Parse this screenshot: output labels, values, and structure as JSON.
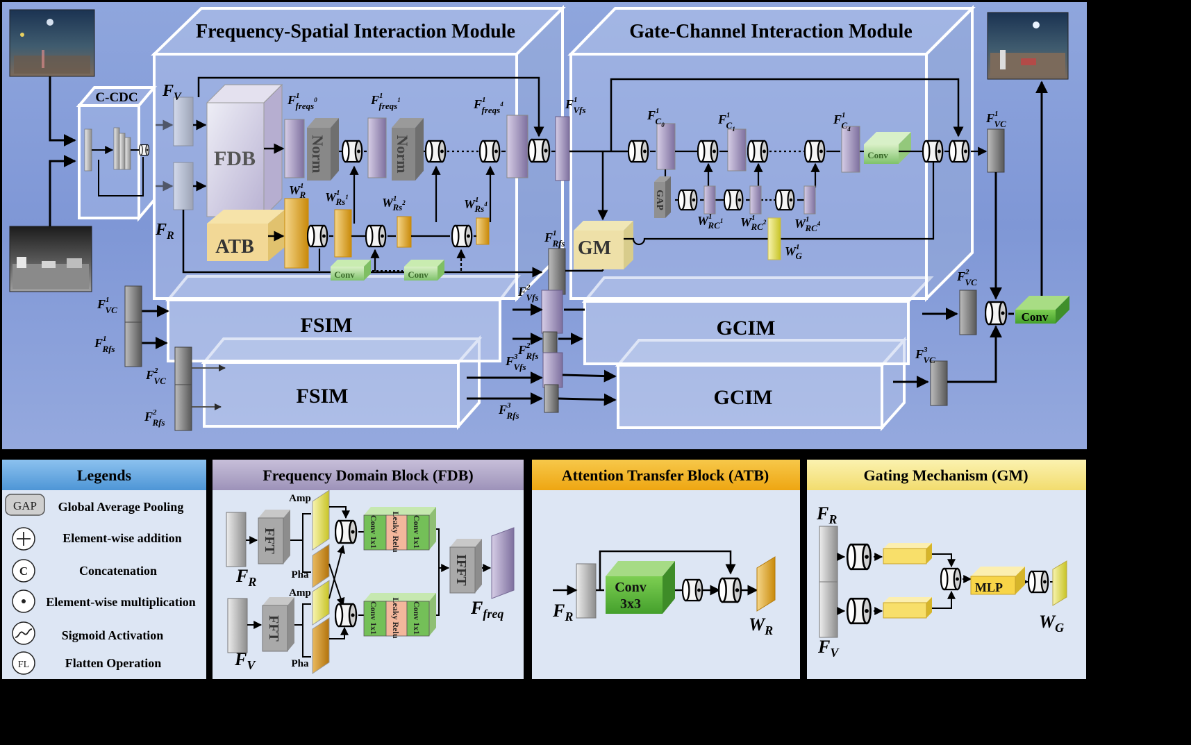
{
  "top": {
    "fsim_title": "Frequency-Spatial Interaction Module",
    "gcim_title": "Gate-Channel Interaction Module",
    "ccdc": "C-CDC",
    "fdb": "FDB",
    "atb": "ATB",
    "norm": "Norm",
    "gap": "GAP",
    "gm": "GM",
    "conv": "Conv",
    "fsim": "FSIM",
    "gcim": "GCIM",
    "ellipsis": "......"
  },
  "math": {
    "F": "F",
    "W": "W",
    "sub_V": "V",
    "sub_R": "R",
    "sub_Vfs": "Vfs",
    "sub_Rfs": "Rfs",
    "sub_VC": "VC",
    "sub_freqs": "freqs",
    "sub_freq": "freq",
    "sub_C": "C",
    "sub_Rs": "Rs",
    "sub_RC": "RC",
    "sub_G": "G",
    "sup_0": "0",
    "sup_1": "1",
    "sup_2": "2",
    "sup_3": "3",
    "sup_4": "4"
  },
  "legends": {
    "title": "Legends",
    "gap_tag": "GAP",
    "gap": "Global Average Pooling",
    "add": "Element-wise addition",
    "concat_symbol": "C",
    "concat": "Concatenation",
    "mul": "Element-wise multiplication",
    "sigmoid": "Sigmoid Activation",
    "flatten_symbol": "FL",
    "flatten": "Flatten Operation"
  },
  "fdb_panel": {
    "title": "Frequency Domain Block (FDB)",
    "fft": "FFT",
    "ifft": "IFFT",
    "amp": "Amp",
    "pha": "Pha",
    "c1": "Conv 1x1",
    "relu": "Leaky Relu",
    "c2": "Conv 1x1"
  },
  "atb_panel": {
    "title": "Attention Transfer Block (ATB)",
    "conv1": "Conv",
    "conv2": "3x3"
  },
  "gm_panel": {
    "title": "Gating Mechanism (GM)",
    "mlp": "MLP"
  },
  "colors": {
    "background": "#8aa3dc",
    "fsim_header": "#a99fc2",
    "atb_header": "#f2b11f",
    "gm_header": "#f6e68d",
    "legend_header": "#66a9e3",
    "panel_bg": "#dde6f4"
  },
  "icons": [
    "sigmoid-icon",
    "multiply-icon",
    "add-icon",
    "concat-icon",
    "flatten-icon",
    "gap-icon"
  ]
}
